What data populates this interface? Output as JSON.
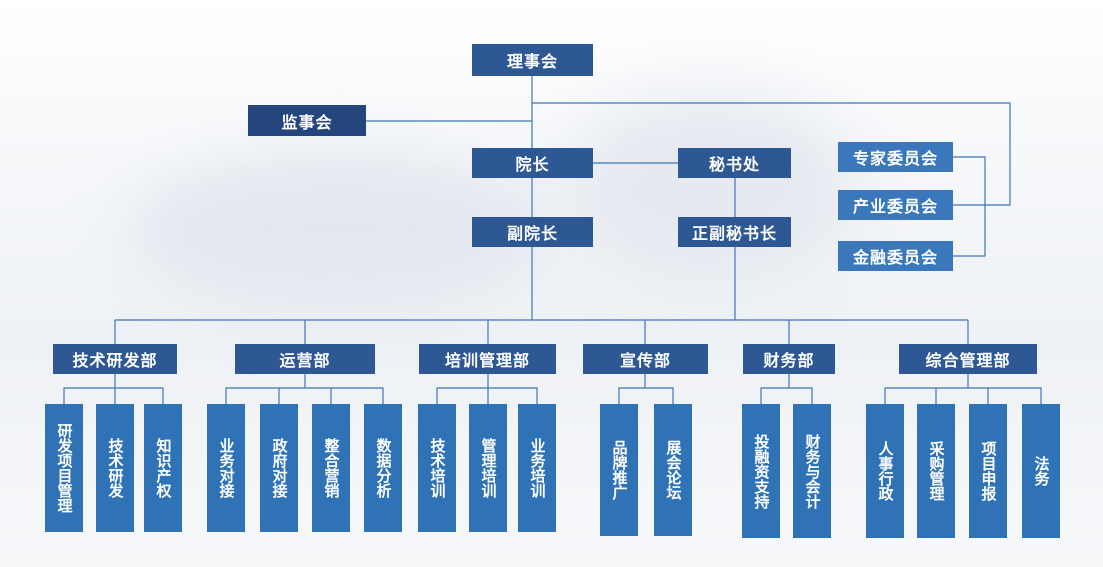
{
  "top": {
    "board": "理事会",
    "supervisors": "监事会",
    "dean": "院长",
    "secretariat": "秘书处",
    "vice_dean": "副院长",
    "secretary_general": "正副秘书长"
  },
  "committees": [
    "专家委员会",
    "产业委员会",
    "金融委员会"
  ],
  "departments": [
    {
      "name": "技术研发部",
      "units": [
        "研发项目管理",
        "技术研发",
        "知识产权"
      ]
    },
    {
      "name": "运营部",
      "units": [
        "业务对接",
        "政府对接",
        "整合营销",
        "数据分析"
      ]
    },
    {
      "name": "培训管理部",
      "units": [
        "技术培训",
        "管理培训",
        "业务培训"
      ]
    },
    {
      "name": "宣传部",
      "units": [
        "品牌推广",
        "展会论坛"
      ]
    },
    {
      "name": "财务部",
      "units": [
        "投融资支持",
        "财务与会计"
      ]
    },
    {
      "name": "综合管理部",
      "units": [
        "人事行政",
        "采购管理",
        "项目申报",
        "法务"
      ]
    }
  ]
}
